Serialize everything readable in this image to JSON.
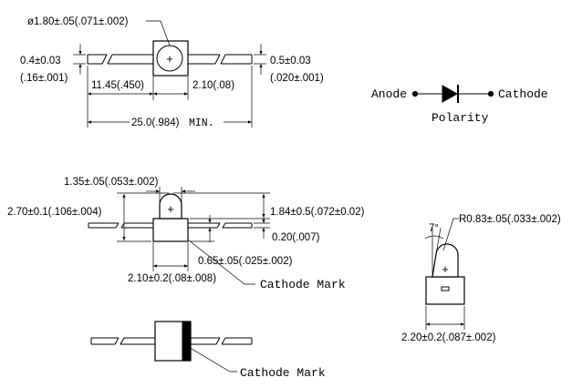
{
  "top_view": {
    "lens_diameter": "ø1.80±.05(.071±.002)",
    "lead_left_thk": "0.4±0.03",
    "lead_left_thk_in": "(.16±.001)",
    "lead_right_thk": "0.5±0.03",
    "lead_right_thk_in": "(.020±.001)",
    "lead_left_len": "11.45(.450)",
    "body_len": "2.10(.08)",
    "total_len": "25.0(.984)",
    "min_label": "MIN.",
    "plus": "+"
  },
  "polarity": {
    "anode": "Anode",
    "cathode": "Cathode",
    "title": "Polarity"
  },
  "side_view": {
    "dome_width": "1.35±.05(.053±.002)",
    "total_height": "2.70±0.1(.106±.004)",
    "dome_height": "1.84±0.5(.072±0.02)",
    "lead_thk": "0.20(.007)",
    "lead_offset": "0.65±.05(.025±.002)",
    "body_width": "2.10±0.2(.08±.008)",
    "cathode_mark": "Cathode Mark",
    "plus": "+"
  },
  "end_view": {
    "angle": "7°",
    "radius": "R0.83±.05(.033±.002)",
    "width": "2.20±0.2(.087±.002)",
    "plus": "+"
  },
  "bottom_view": {
    "cathode_mark": "Cathode Mark"
  }
}
